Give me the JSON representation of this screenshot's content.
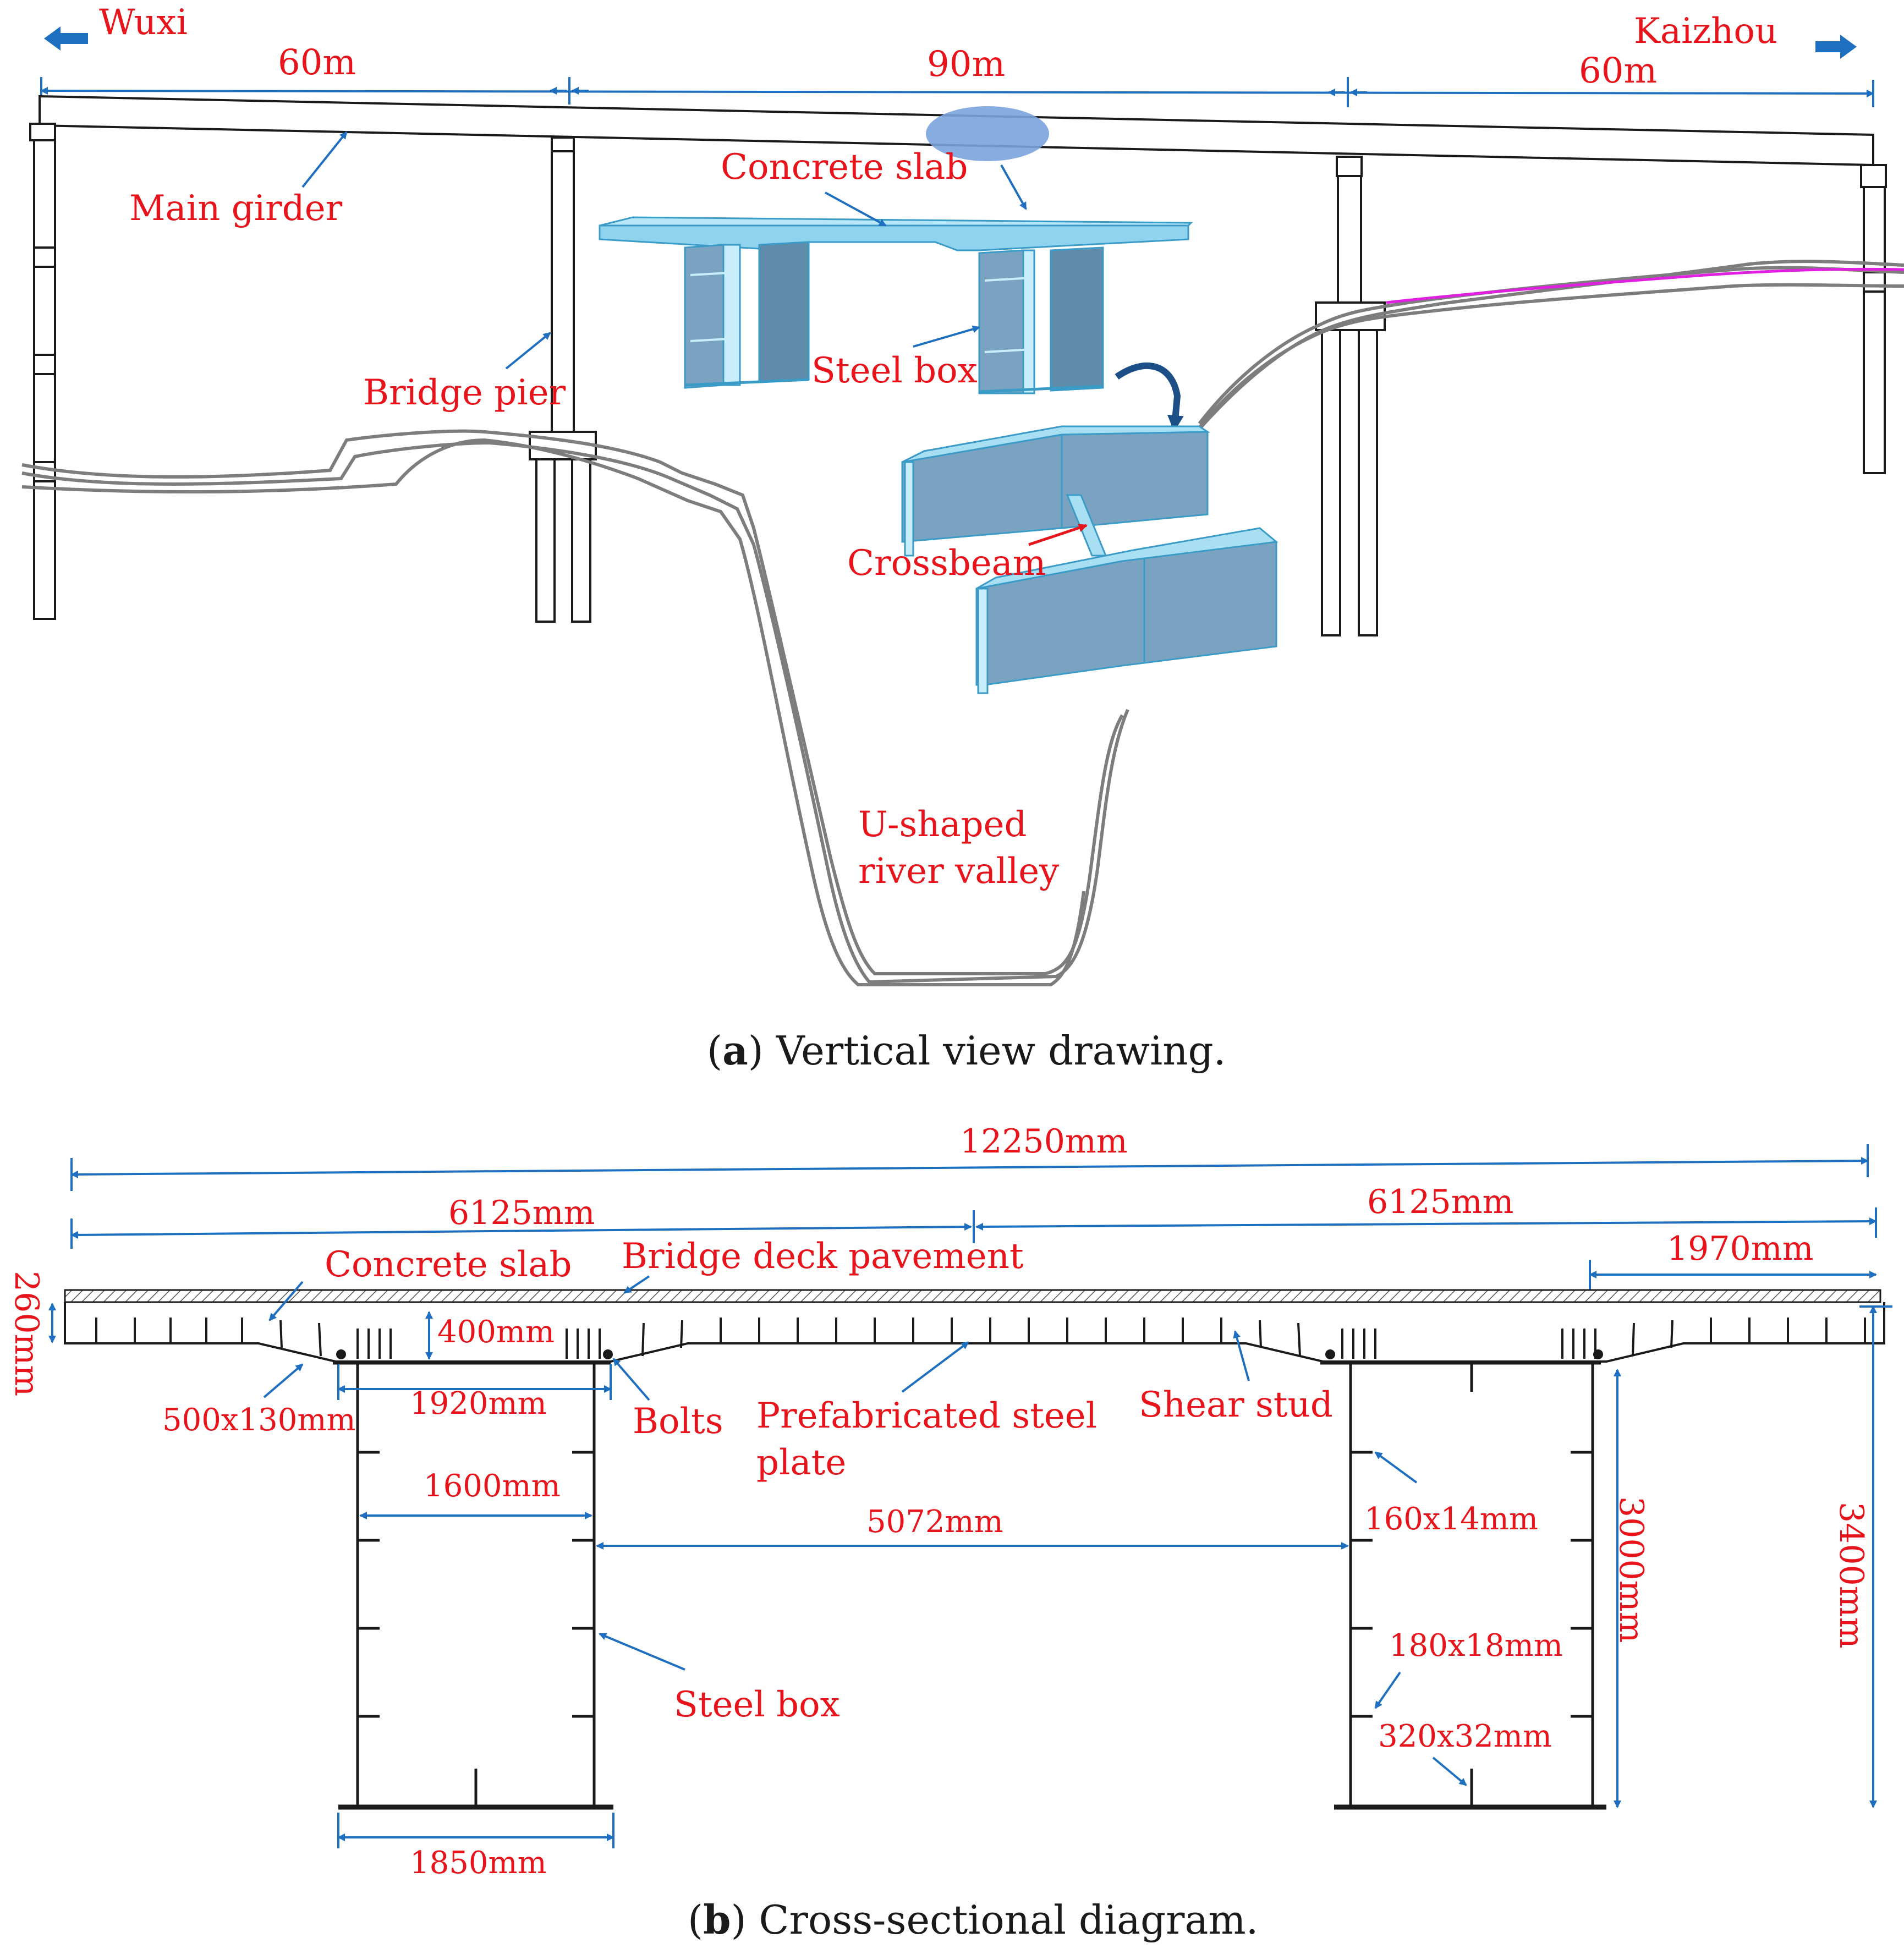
{
  "panel_a": {
    "direction_left": "Wuxi",
    "direction_right": "Kaizhou",
    "span_left": "60m",
    "span_mid": "90m",
    "span_right": "60m",
    "labels": {
      "main_girder": "Main girder",
      "concrete_slab": "Concrete slab",
      "steel_box": "Steel box",
      "bridge_pier": "Bridge pier",
      "crossbeam": "Crossbeam",
      "valley_line1": "U-shaped",
      "valley_line2": "river valley"
    },
    "caption_letter": "a",
    "caption_text": " Vertical view drawing."
  },
  "panel_b": {
    "dims": {
      "total_width": "12250mm",
      "half_left": "6125mm",
      "half_right": "6125mm",
      "cantilever": "1970mm",
      "slab_thickness": "260mm",
      "haunch_depth": "400mm",
      "haunch": "500x130mm",
      "top_flange_width": "1920mm",
      "box_width": "1600mm",
      "box_spacing": "5072mm",
      "bottom_flange_width": "1850mm",
      "web_height": "3000mm",
      "total_height": "3400mm",
      "stiffener_a": "160x14mm",
      "stiffener_b": "180x18mm",
      "stiffener_c": "320x32mm"
    },
    "labels": {
      "concrete_slab": "Concrete slab",
      "deck_pavement": "Bridge deck pavement",
      "bolts": "Bolts",
      "prefab_line1": "Prefabricated steel",
      "prefab_line2": "plate",
      "shear_stud": "Shear stud",
      "steel_box": "Steel box"
    },
    "caption_letter": "b",
    "caption_text": " Cross-sectional diagram."
  },
  "colors": {
    "label_red": "#e8141b",
    "dimension_blue": "#1e6fc0",
    "box_cyan": "#8fd3ef",
    "box_steel": "#7aa3c2",
    "alignment_magenta": "#e020e0"
  }
}
